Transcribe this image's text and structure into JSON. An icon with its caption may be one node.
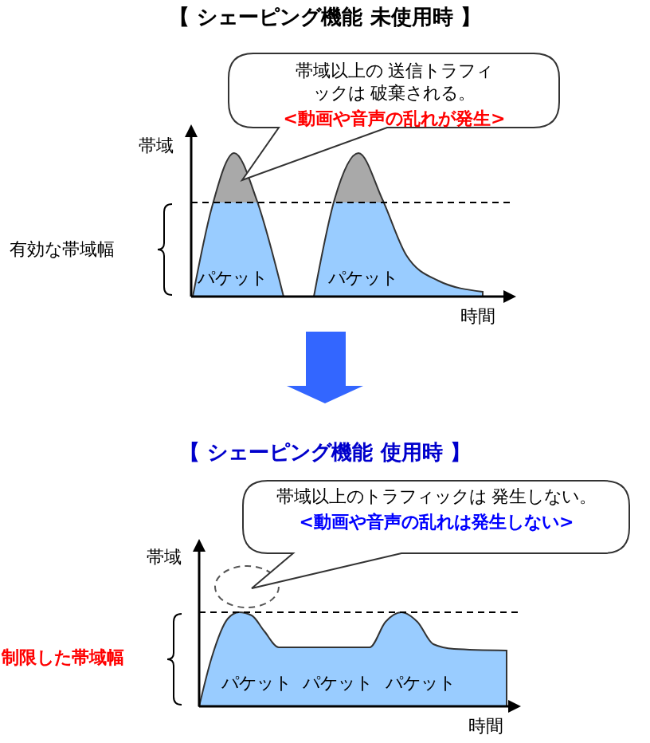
{
  "diagram": {
    "nodes": [
      {
        "text": [
          "帯域以上の 送信トラフィックは 破棄される。",
          "<動画や音声の乱れが発生>"
        ]
      },
      {
        "text": [
          "帯域以上のトラフィックは 発生しない。",
          "<動画や音声の乱れは発生しない>"
        ]
      }
    ],
    "labels": [
      "【 シェーピング機能 未使用時 】",
      "帯域",
      "有効な帯域幅",
      "パケット",
      "パケット",
      "時間",
      "【 シェーピング機能 使用時 】",
      "帯域",
      "制限した帯域幅",
      "パケット",
      "パケット",
      "パケット",
      "時間"
    ]
  }
}
